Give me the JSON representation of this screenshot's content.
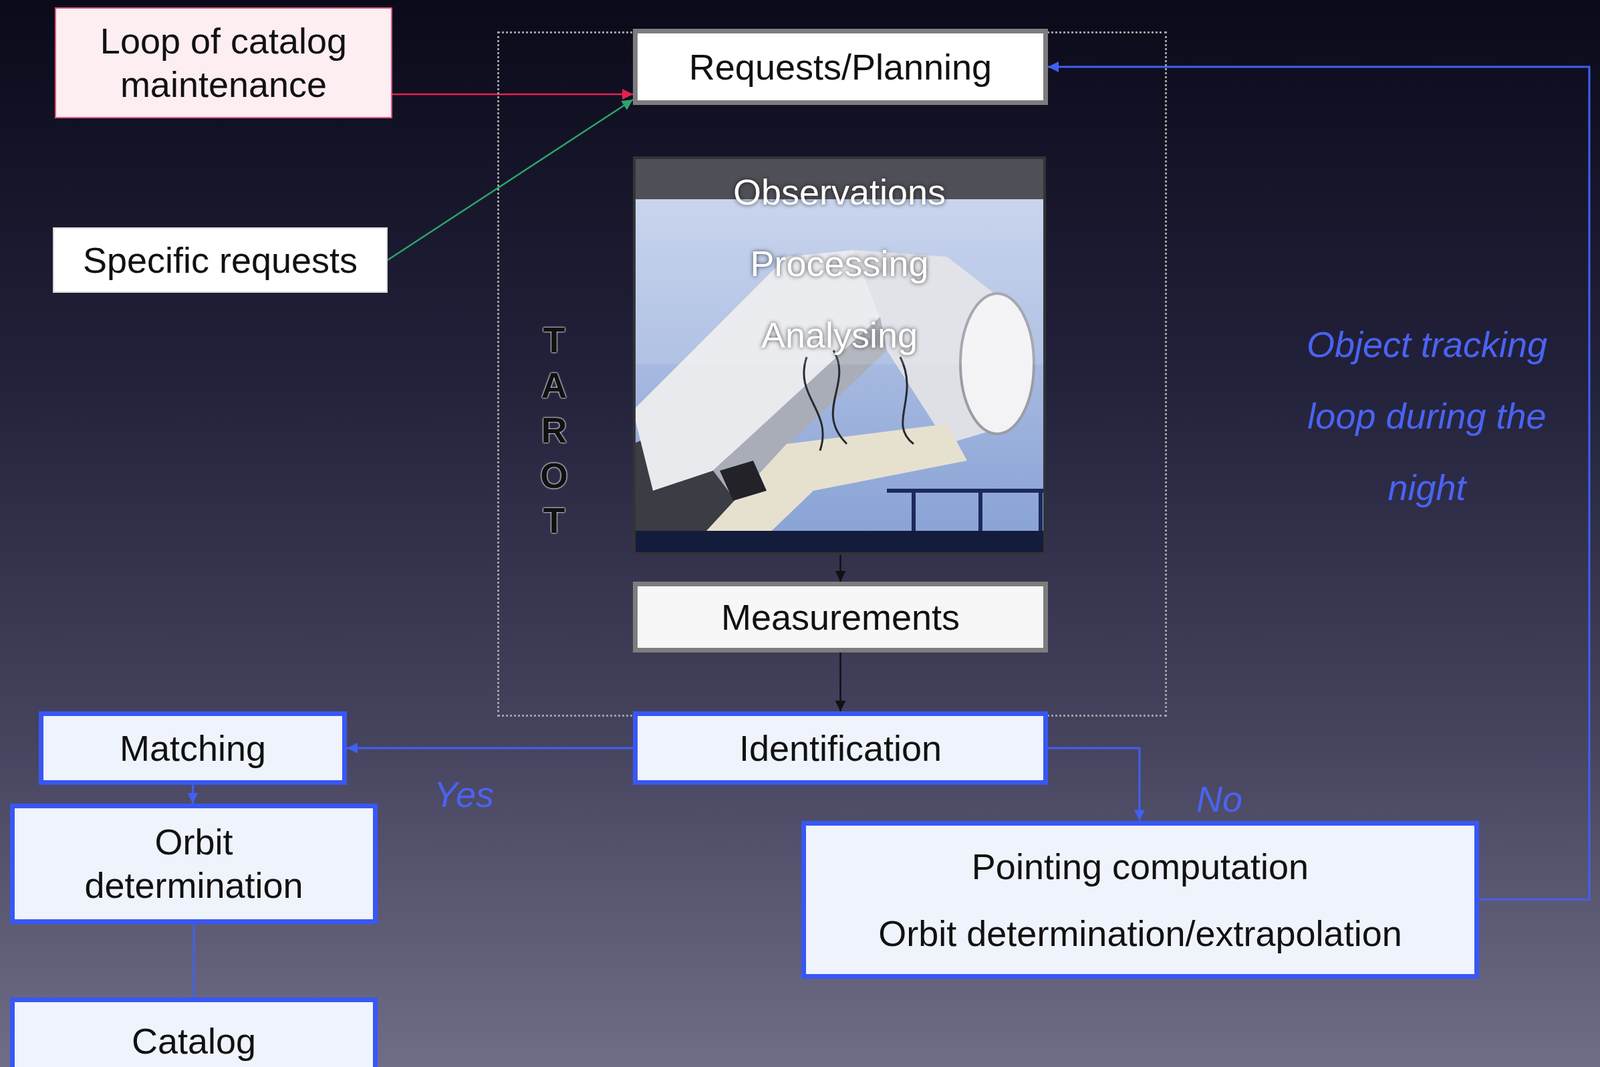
{
  "diagram": {
    "nodes": [
      {
        "text": [
          "Loop of catalog maintenance"
        ]
      },
      {
        "text": [
          "Specific requests"
        ]
      },
      {
        "text": [
          "TAROT"
        ]
      },
      {
        "text": [
          "Requests/Planning"
        ],
        "in": 2
      },
      {
        "text": [
          "Observations",
          "Processing",
          "Analysing"
        ],
        "in": 2
      },
      {
        "text": [
          "Measurements"
        ],
        "in": 2
      },
      {
        "text": [
          "Identification"
        ]
      },
      {
        "text": [
          "Matching"
        ]
      },
      {
        "text": [
          "Orbit determination"
        ]
      },
      {
        "text": [
          "Pointing computation",
          "Orbit determination/extrapolation"
        ]
      },
      {
        "text": [
          "Catalog"
        ]
      }
    ],
    "edges": [
      {
        "from": 0,
        "to": 3,
        "arrow": "to"
      },
      {
        "from": 1,
        "to": 3,
        "arrow": "to"
      },
      {
        "from": 4,
        "to": 5,
        "arrow": "to"
      },
      {
        "from": 5,
        "to": 6,
        "arrow": "to"
      },
      {
        "from": 6,
        "to": 7,
        "label": "Yes",
        "arrow": "to"
      },
      {
        "from": 7,
        "to": 8,
        "arrow": "to"
      },
      {
        "from": 8,
        "to": 10,
        "arrow": "none"
      },
      {
        "from": 6,
        "to": 9,
        "label": "No",
        "arrow": "to"
      },
      {
        "from": 9,
        "to": 3,
        "arrow": "to"
      }
    ],
    "labels": [
      "Object tracking loop during the night"
    ]
  }
}
